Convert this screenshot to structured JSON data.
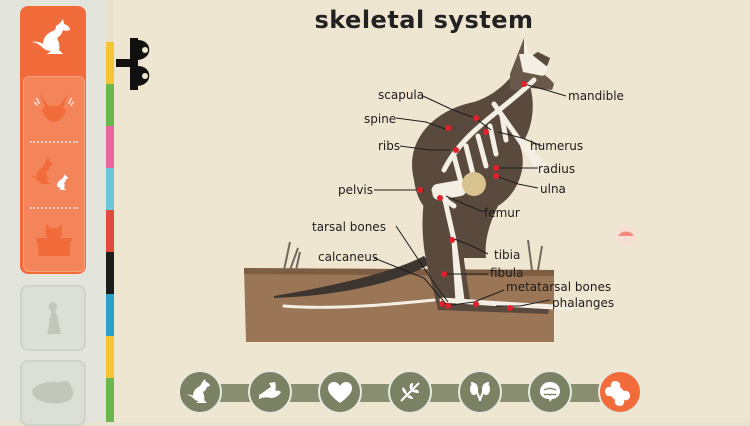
{
  "page": {
    "title": "skeletal system"
  },
  "labels": {
    "scapula": "scapula",
    "spine": "spine",
    "ribs": "ribs",
    "pelvis": "pelvis",
    "tarsal_bones": "tarsal bones",
    "calcaneus": "calcaneus",
    "mandible": "mandible",
    "humerus": "humerus",
    "radius": "radius",
    "ulna": "ulna",
    "femur": "femur",
    "tibia": "tibia",
    "fibula": "fibula",
    "metatarsal_bones": "metatarsal bones",
    "phalanges": "phalanges"
  },
  "sidebar": {
    "cards": [
      {
        "icon": "kangaroo-icon",
        "state": "selected"
      },
      {
        "icon": "kangaroo-ears-icon",
        "state": "unlocked"
      },
      {
        "icon": "kangaroo-family-icon",
        "state": "unlocked"
      },
      {
        "icon": "food-bowl-icon",
        "state": "unlocked"
      },
      {
        "icon": "meerkat-icon",
        "state": "locked"
      },
      {
        "icon": "sloth-icon",
        "state": "locked"
      }
    ]
  },
  "bottom_nav": {
    "items": [
      {
        "icon": "kangaroo-body-icon",
        "active": false
      },
      {
        "icon": "muscle-icon",
        "active": false
      },
      {
        "icon": "heart-icon",
        "active": false
      },
      {
        "icon": "lungs-branch-icon",
        "active": false
      },
      {
        "icon": "digestive-icon",
        "active": false
      },
      {
        "icon": "brain-icon",
        "active": false
      },
      {
        "icon": "bone-icon",
        "active": true
      }
    ]
  },
  "colors": {
    "accent": "#f26b3a",
    "nav_inactive": "#7b8163",
    "strip": [
      "#f4c434",
      "#6bb94e",
      "#e8679e",
      "#6ac7d9",
      "#e24b3b",
      "#1d1d1d",
      "#2a9fc9",
      "#f4c434",
      "#6bb94e"
    ]
  }
}
